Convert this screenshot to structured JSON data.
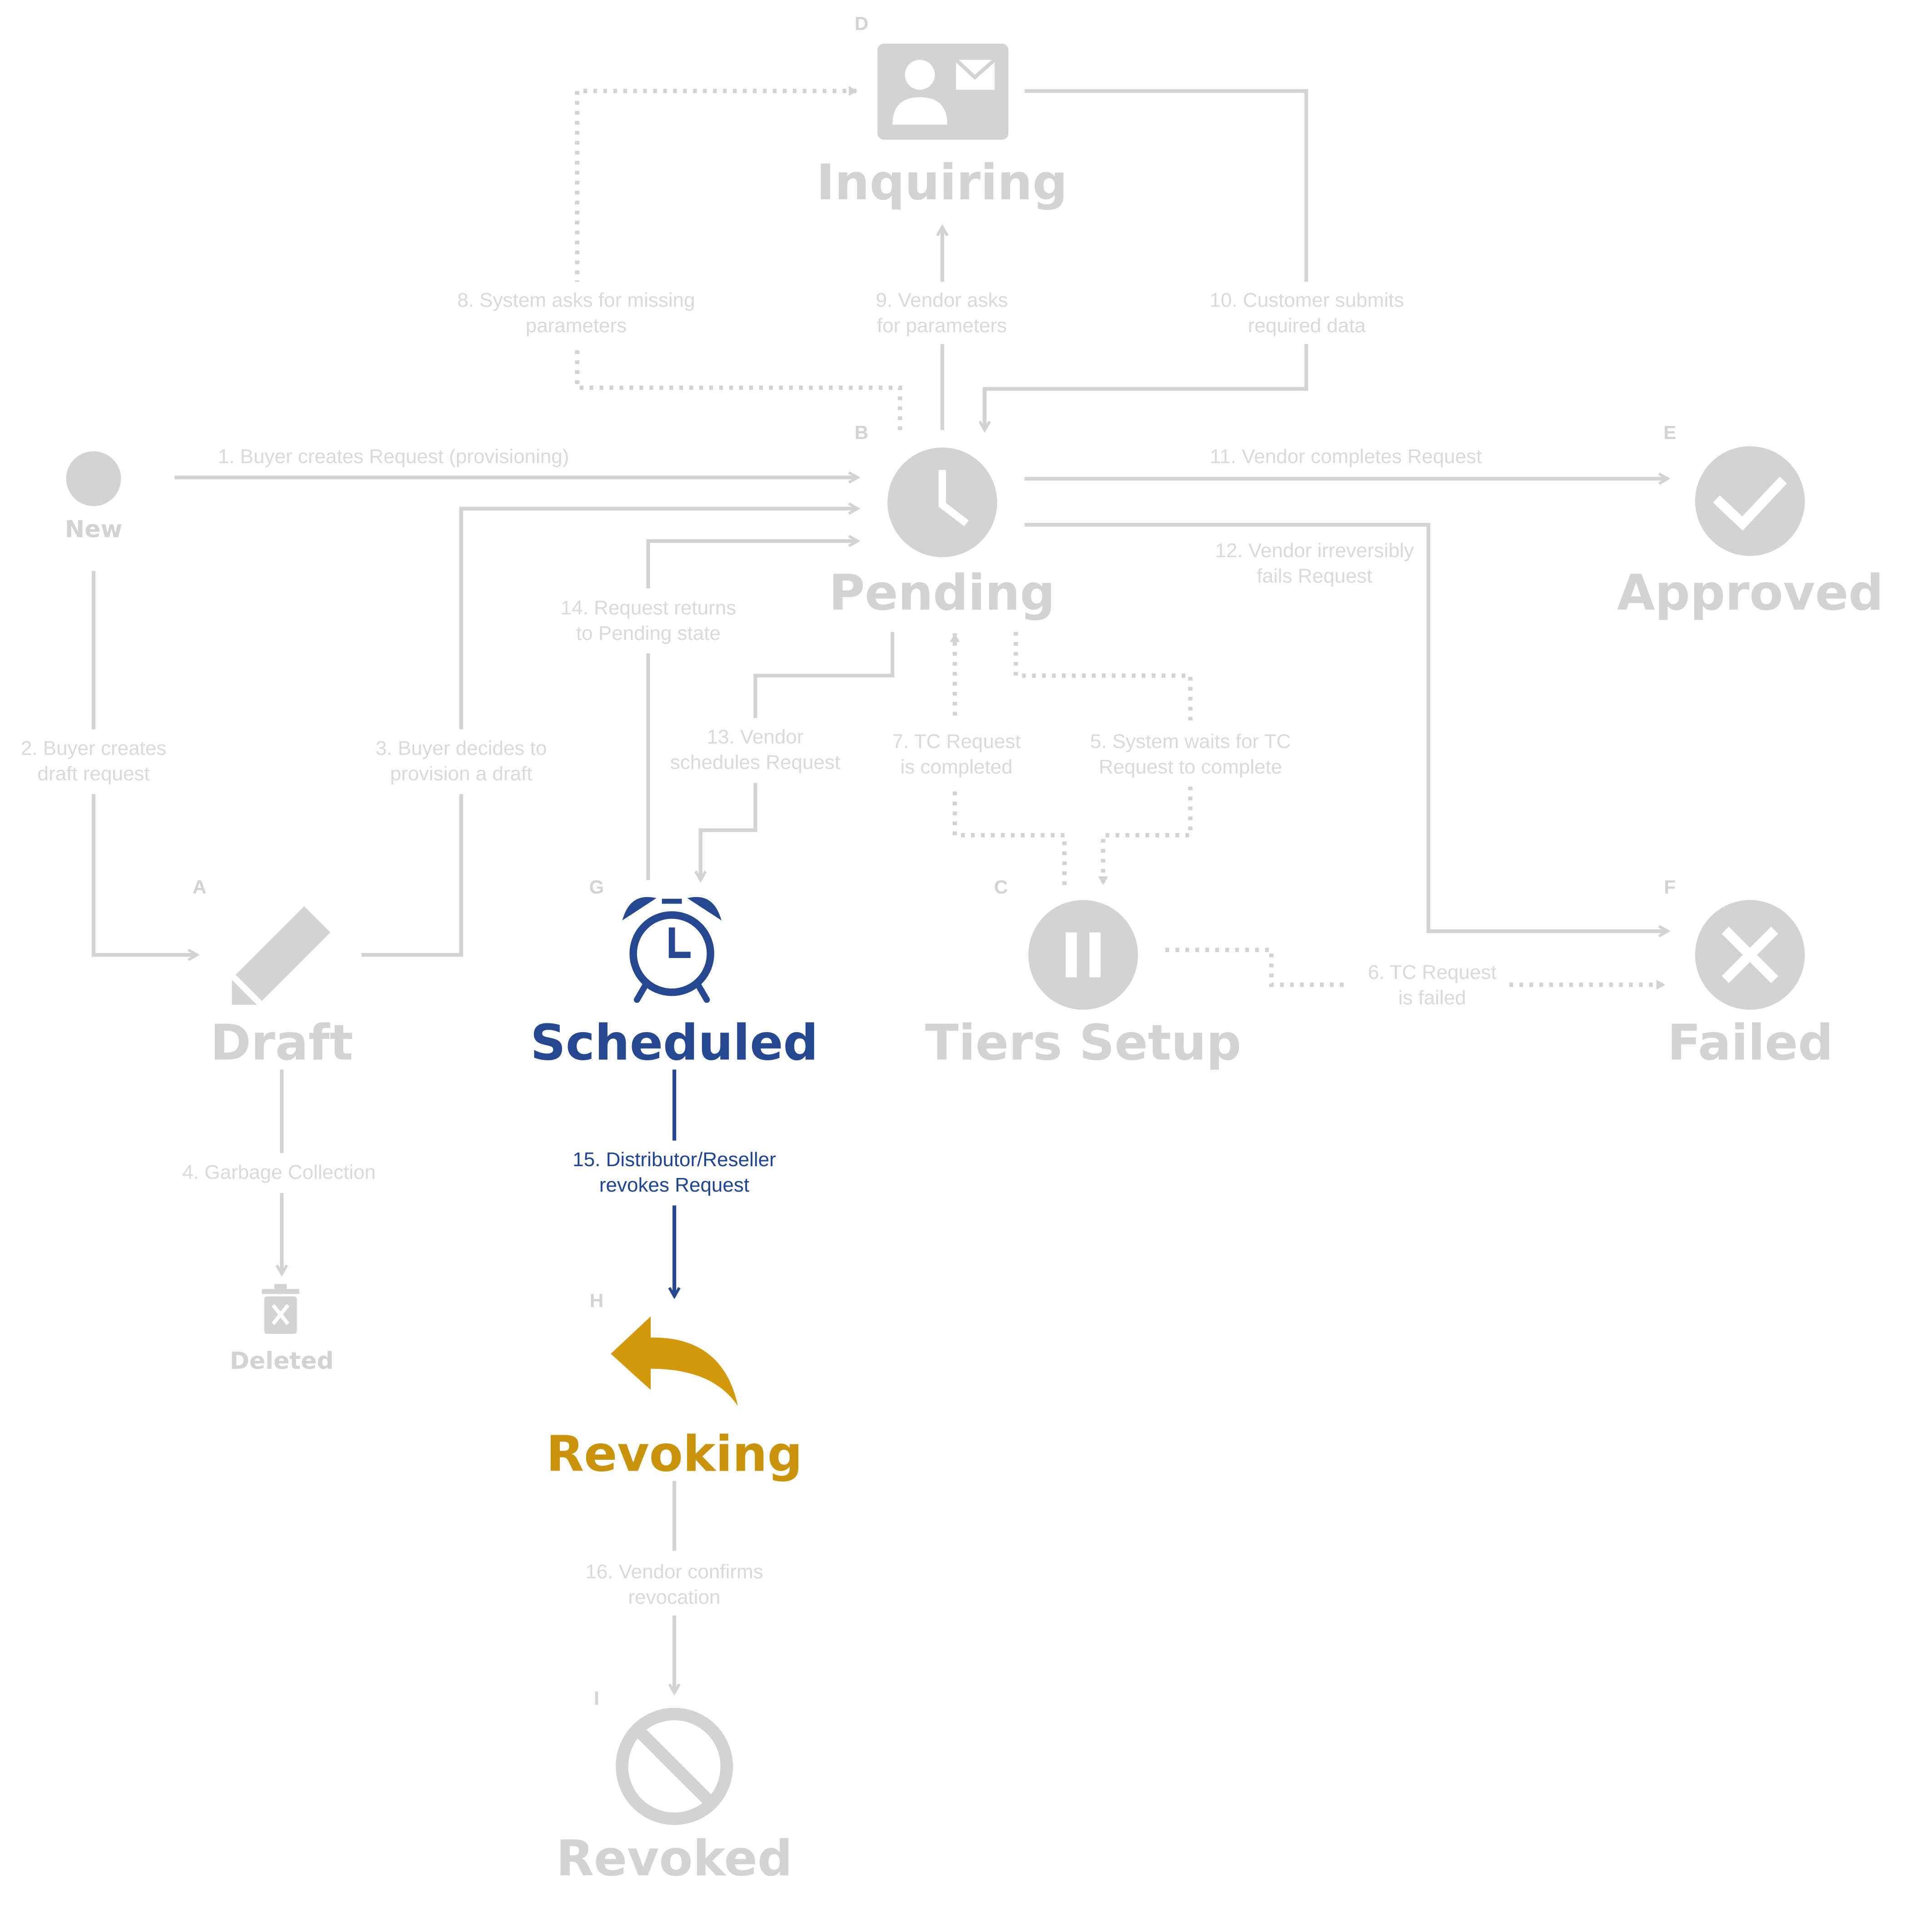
{
  "colors": {
    "inactive": "#d3d3d3",
    "inactive_text": "#dadada",
    "scheduled": "#264891",
    "revoking": "#d4980b",
    "active_label": "#1f4597"
  },
  "states": {
    "new": {
      "name": "New",
      "letter": "",
      "icon": "dot-icon"
    },
    "draft": {
      "name": "Draft",
      "letter": "A",
      "icon": "pencil-icon"
    },
    "pending": {
      "name": "Pending",
      "letter": "B",
      "icon": "clock-icon"
    },
    "tiers_setup": {
      "name": "Tiers Setup",
      "letter": "C",
      "icon": "pause-icon"
    },
    "inquiring": {
      "name": "Inquiring",
      "letter": "D",
      "icon": "contact-card-icon"
    },
    "approved": {
      "name": "Approved",
      "letter": "E",
      "icon": "check-icon"
    },
    "failed": {
      "name": "Failed",
      "letter": "F",
      "icon": "x-icon"
    },
    "scheduled": {
      "name": "Scheduled",
      "letter": "G",
      "icon": "alarm-clock-icon"
    },
    "revoking": {
      "name": "Revoking",
      "letter": "H",
      "icon": "revoke-arrow-icon"
    },
    "revoked": {
      "name": "Revoked",
      "letter": "I",
      "icon": "ban-icon"
    },
    "deleted": {
      "name": "Deleted",
      "letter": "",
      "icon": "trash-icon"
    }
  },
  "transitions": {
    "t1": [
      "1. Buyer creates Request (provisioning)"
    ],
    "t2": [
      "2. Buyer creates",
      "draft request"
    ],
    "t3": [
      "3. Buyer decides to",
      "provision a draft"
    ],
    "t4": [
      "4. Garbage Collection"
    ],
    "t5": [
      "5. System waits for TC",
      "Request to complete"
    ],
    "t6": [
      "6. TC Request",
      "is failed"
    ],
    "t7": [
      "7. TC Request",
      "is completed"
    ],
    "t8": [
      "8. System asks for missing",
      "parameters"
    ],
    "t9": [
      "9. Vendor asks",
      "for parameters"
    ],
    "t10": [
      "10. Customer submits",
      "required data"
    ],
    "t11": [
      "11. Vendor completes Request"
    ],
    "t12": [
      "12. Vendor irreversibly",
      "fails Request"
    ],
    "t13": [
      "13. Vendor",
      "schedules Request"
    ],
    "t14": [
      "14. Request returns",
      "to Pending state"
    ],
    "t15": [
      "15. Distributor/Reseller",
      "revokes Request"
    ],
    "t16": [
      "16. Vendor confirms",
      "revocation"
    ]
  }
}
